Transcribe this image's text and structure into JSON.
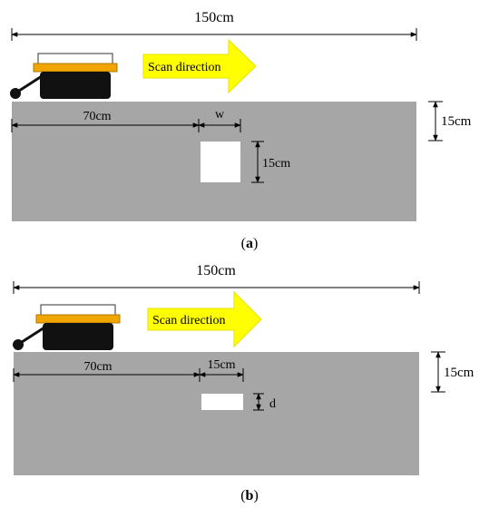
{
  "panel_a": {
    "total_width": "150cm",
    "offset": "70cm",
    "defect_width": "w",
    "defect_height": "15cm",
    "slab_thickness": "15cm",
    "scan_label": "Scan direction",
    "caption": {
      "open": "(",
      "letter": "a",
      "close": ")"
    }
  },
  "panel_b": {
    "total_width": "150cm",
    "offset": "70cm",
    "defect_width": "15cm",
    "defect_height": "d",
    "slab_thickness": "15cm",
    "scan_label": "Scan direction",
    "caption": {
      "open": "(",
      "letter": "b",
      "close": ")"
    }
  },
  "colors": {
    "slab": "#a6a6a6",
    "arrow": "#ffff00",
    "arrow_outline": "#e8e000",
    "device_body": "#111111",
    "device_top": "#f0a500",
    "defect": "#ffffff"
  }
}
